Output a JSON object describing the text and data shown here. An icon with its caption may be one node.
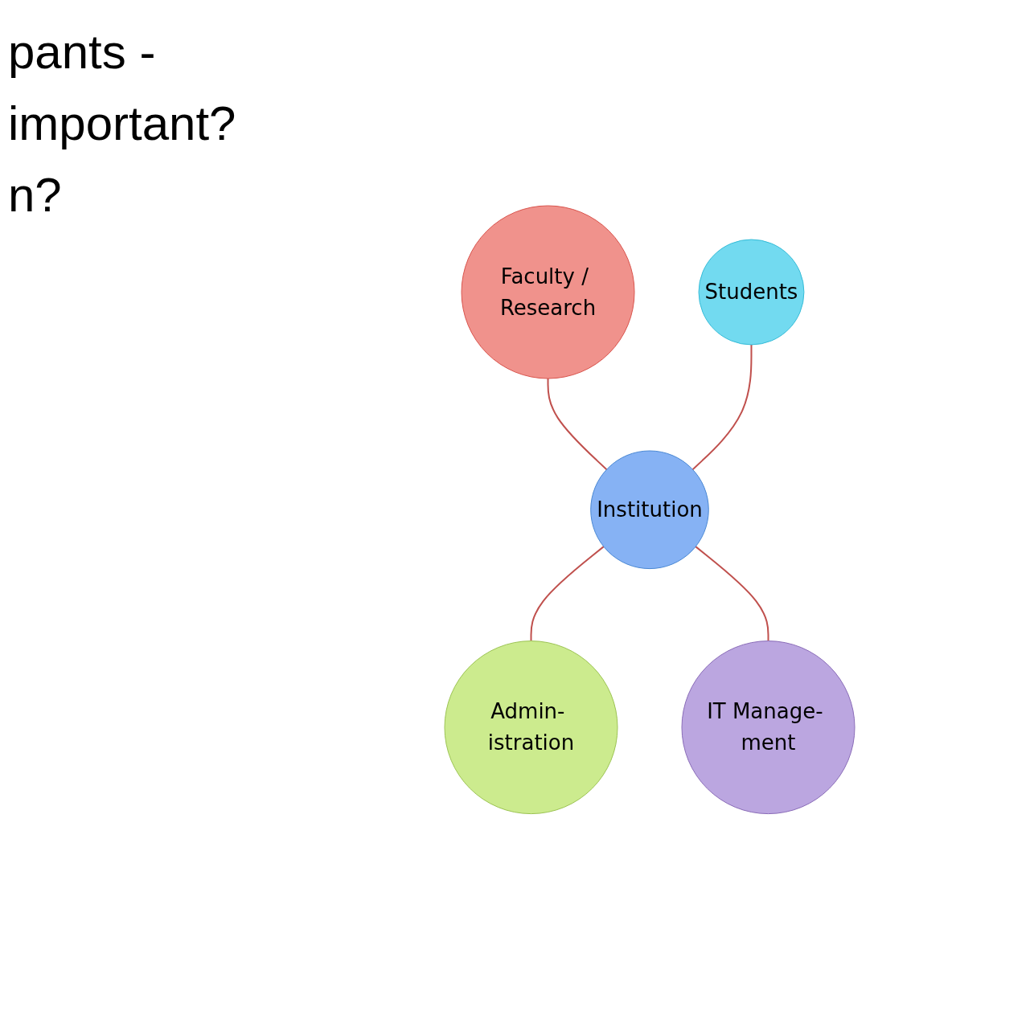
{
  "diagram": {
    "nodes": [
      {
        "text": [
          "Faculty / Research"
        ]
      },
      {
        "text": [
          "Students"
        ]
      },
      {
        "text": [
          "Institution"
        ]
      },
      {
        "text": [
          "Admin- istration"
        ]
      },
      {
        "text": [
          "IT Manage- ment"
        ]
      }
    ],
    "edges": [
      {
        "from": 0,
        "to": 2,
        "arrow": "none"
      },
      {
        "from": 1,
        "to": 2,
        "arrow": "none"
      },
      {
        "from": 2,
        "to": 3,
        "arrow": "none"
      },
      {
        "from": 2,
        "to": 4,
        "arrow": "none"
      }
    ],
    "labels": [
      "pants -",
      "important?",
      "n?"
    ]
  }
}
